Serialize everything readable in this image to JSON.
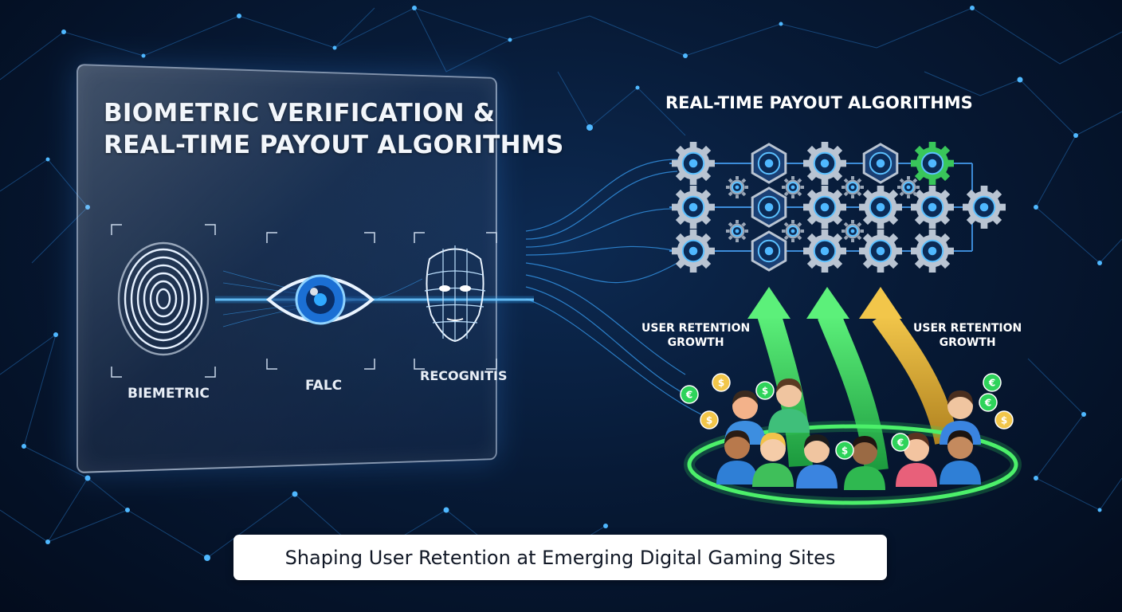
{
  "panel": {
    "title_line1": "BIOMETRIC VERIFICATION &",
    "title_line2": "REAL-TIME PAYOUT ALGORITHMS",
    "biometrics": [
      {
        "label": "BIEMETRIC",
        "icon": "fingerprint-icon"
      },
      {
        "label": "FALC",
        "icon": "eye-icon"
      },
      {
        "label": "RECOGNITIS",
        "icon": "face-scan-icon"
      }
    ]
  },
  "algorithms": {
    "title": "REAL-TIME PAYOUT ALGORITHMS",
    "icon": "gear-network-icon"
  },
  "retention": {
    "left_line1": "USER RETENTION",
    "left_line2": "GROWTH",
    "right_line1": "USER RETENTION",
    "right_line2": "GROWTH",
    "arrow_icon": "up-arrow-icon",
    "coins": [
      "€",
      "$",
      "$",
      "$",
      "€",
      "$",
      "€",
      "$",
      "€"
    ]
  },
  "caption": "Shaping User Retention at Emerging Digital Gaming Sites",
  "colors": {
    "background": "#071a36",
    "accent_blue": "#2fa8ff",
    "accent_green": "#2ed35a",
    "accent_gold": "#e8b93a"
  }
}
